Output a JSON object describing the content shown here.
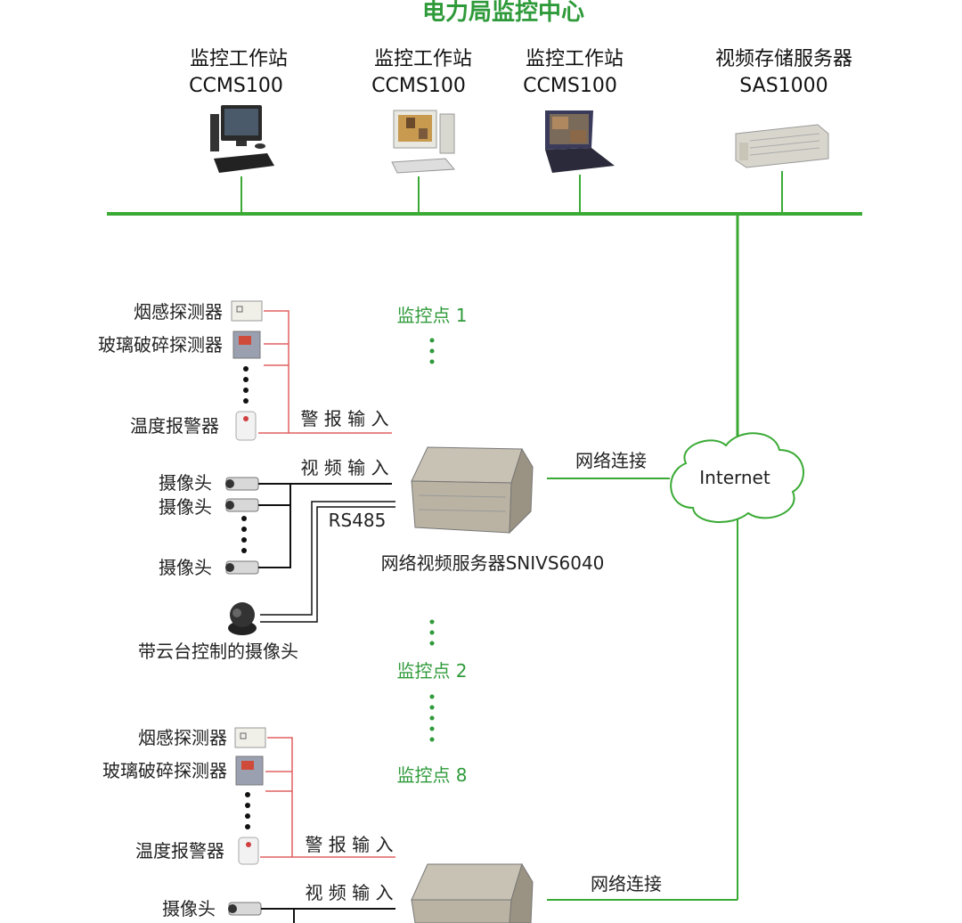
{
  "header": {
    "title": "电力局监控中心"
  },
  "workstations": [
    {
      "name": "监控工作站",
      "model": "CCMS100"
    },
    {
      "name": "监控工作站",
      "model": "CCMS100"
    },
    {
      "name": "监控工作站",
      "model": "CCMS100"
    },
    {
      "name": "视频存储服务器",
      "model": "SAS1000"
    }
  ],
  "network": {
    "cloud_label": "Internet",
    "link_label": "网络连接",
    "link_label_2": "网络连接"
  },
  "sites": [
    {
      "label": "监控点 1"
    },
    {
      "label": "监控点 2"
    },
    {
      "label": "监控点 8"
    }
  ],
  "block1": {
    "smoke": "烟感探测器",
    "glass": "玻璃破碎探测器",
    "temp": "温度报警器",
    "alarm_in": "警 报 输 入",
    "video_in": "视 频 输 入",
    "camera_a": "摄像头",
    "camera_b": "摄像头",
    "camera_c": "摄像头",
    "rs485": "RS485",
    "ptz": "带云台控制的摄像头",
    "server": "网络视频服务器SNIVS6040"
  },
  "block2": {
    "smoke": "烟感探测器",
    "glass": "玻璃破碎探测器",
    "temp": "温度报警器",
    "alarm_in": "警 报 输 入",
    "video_in": "视 频 输 入",
    "camera_a": "摄像头"
  },
  "colors": {
    "bus": "#3aaa35",
    "alarm_line": "#e06060",
    "video_line": "#111111",
    "label_green": "#2f9a3a"
  },
  "icons": [
    "desktop-pc-icon",
    "workstation-pc-icon",
    "laptop-icon",
    "rack-server-icon",
    "cloud-icon",
    "smoke-detector-icon",
    "glass-break-detector-icon",
    "temperature-alarm-icon",
    "camera-icon",
    "ptz-camera-icon",
    "video-server-icon"
  ]
}
